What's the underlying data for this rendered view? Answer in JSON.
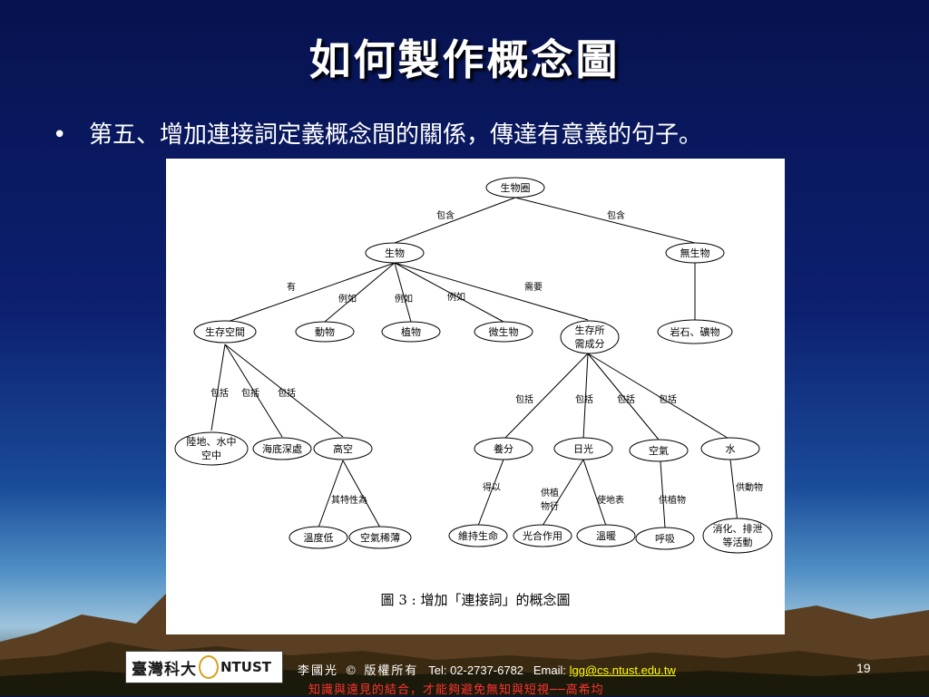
{
  "slide": {
    "title": "如何製作概念圖",
    "bullet": "第五、增加連接詞定義概念間的關係，傳達有意義的句子。",
    "page_number": "19"
  },
  "diagram": {
    "caption": "圖 3 : 增加「連接詞」的概念圖",
    "nodes": [
      {
        "id": "root",
        "label": "生物圈"
      },
      {
        "id": "living",
        "label": "生物"
      },
      {
        "id": "nonliving",
        "label": "無生物"
      },
      {
        "id": "habitat",
        "label": "生存空間"
      },
      {
        "id": "animal",
        "label": "動物"
      },
      {
        "id": "plant",
        "label": "植物"
      },
      {
        "id": "microbe",
        "label": "微生物"
      },
      {
        "id": "needs",
        "label1": "生存所",
        "label2": "需成分"
      },
      {
        "id": "rock",
        "label": "岩石、礦物"
      },
      {
        "id": "land",
        "label1": "陸地、水中",
        "label2": "空中"
      },
      {
        "id": "deepsea",
        "label": "海底深處"
      },
      {
        "id": "high",
        "label": "高空"
      },
      {
        "id": "nutrient",
        "label": "養分"
      },
      {
        "id": "sun",
        "label": "日光"
      },
      {
        "id": "air",
        "label": "空氣"
      },
      {
        "id": "water",
        "label": "水"
      },
      {
        "id": "lowtemp",
        "label": "溫度低"
      },
      {
        "id": "thinair",
        "label": "空氣稀薄"
      },
      {
        "id": "sustain",
        "label": "維持生命"
      },
      {
        "id": "photo",
        "label": "光合作用"
      },
      {
        "id": "warm",
        "label": "溫暖"
      },
      {
        "id": "breath",
        "label": "呼吸"
      },
      {
        "id": "digest",
        "label1": "消化、排泄",
        "label2": "等活動"
      }
    ],
    "link_labels": {
      "root_living": "包含",
      "root_nonliving": "包含",
      "have": "有",
      "eg1": "例如",
      "eg2": "例如",
      "eg3": "例如",
      "need": "需要",
      "inc1": "包括",
      "inc2": "包括",
      "inc3": "包括",
      "inc4": "包括",
      "inc5": "包括",
      "inc6": "包括",
      "inc7": "包括",
      "feature": "其特性為",
      "by": "得以",
      "supply_plants1": "供植",
      "supply_plants2": "物行",
      "make_surface": "使地表",
      "for_plants": "供植物",
      "for_life": "供動物"
    }
  },
  "footer": {
    "logo_cn": "臺灣科大",
    "logo_en": "NTUST",
    "author": "李國光",
    "copyright": "© 版權所有",
    "tel": "Tel: 02-2737-6782",
    "email_label": "Email:",
    "email": "lgg@cs.ntust.edu.tw",
    "quote": "知識與遠見的結合，才能夠避免無知與短視──高希均"
  },
  "colors": {
    "title_text": "#ffffff",
    "footer_link": "#ffff00",
    "footer_quote": "#ff3333"
  }
}
